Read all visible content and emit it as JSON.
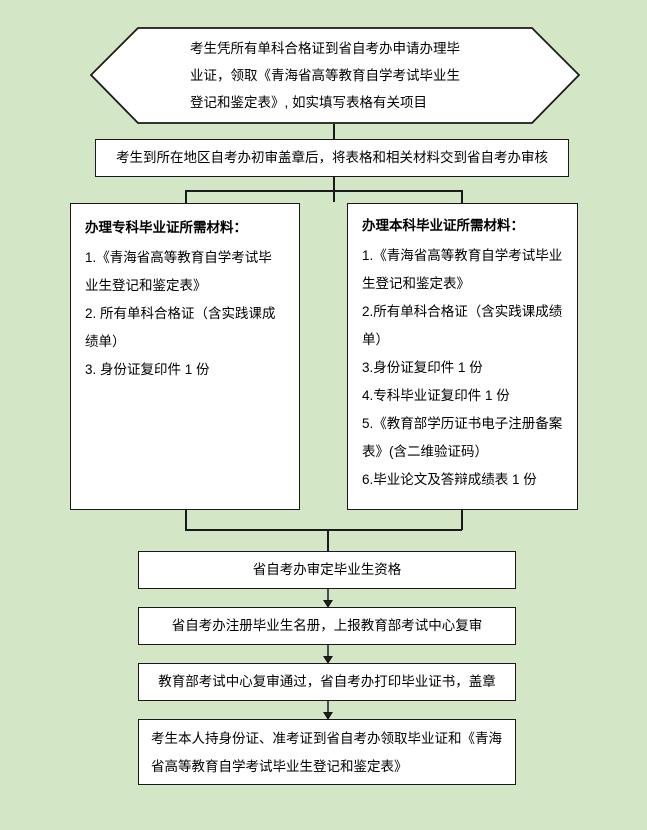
{
  "page": {
    "title": "青海省高等教育自学考试毕业证办理流程图",
    "background_color": "#d3e7c6",
    "node_fill_color": "#ffffff",
    "line_color": "#1a1a1a"
  },
  "nodes": {
    "start": {
      "shape": "hexagon",
      "text": "考生凭所有单科合格证到省自考办申请办理毕\n业证，领取《青海省高等教育自学考试毕业生\n登记和鉴定表》, 如实填写表格有关项目"
    },
    "submit": {
      "shape": "rect",
      "text": "考生到所在地区自考办初审盖章后，将表格和相关材料交到省自考办审核"
    },
    "zhuanke": {
      "shape": "rect",
      "title": "办理专科毕业证所需材料：",
      "items": [
        "1.《青海省高等教育自学考试毕业生登记和鉴定表》",
        "2. 所有单科合格证（含实践课成绩单）",
        "3. 身份证复印件 1 份"
      ]
    },
    "benke": {
      "shape": "rect",
      "title": "办理本科毕业证所需材料：",
      "items": [
        "1.《青海省高等教育自学考试毕业生登记和鉴定表》",
        "2.所有单科合格证（含实践课成绩单）",
        "3.身份证复印件 1 份",
        "4.专科毕业证复印件 1 份",
        "5.《教育部学历证书电子注册备案表》(含二维验证码）",
        "6.毕业论文及答辩成绩表 1 份"
      ]
    },
    "approve": {
      "shape": "rect",
      "text": "省自考办审定毕业生资格"
    },
    "register": {
      "shape": "rect",
      "text": "省自考办注册毕业生名册，上报教育部考试中心复审"
    },
    "print": {
      "shape": "rect",
      "text": "教育部考试中心复审通过，省自考办打印毕业证书，盖章"
    },
    "collect": {
      "shape": "rect",
      "text": "考生本人持身份证、准考证到省自考办领取毕业证和《青海\n省高等教育自学考试毕业生登记和鉴定表》"
    }
  }
}
